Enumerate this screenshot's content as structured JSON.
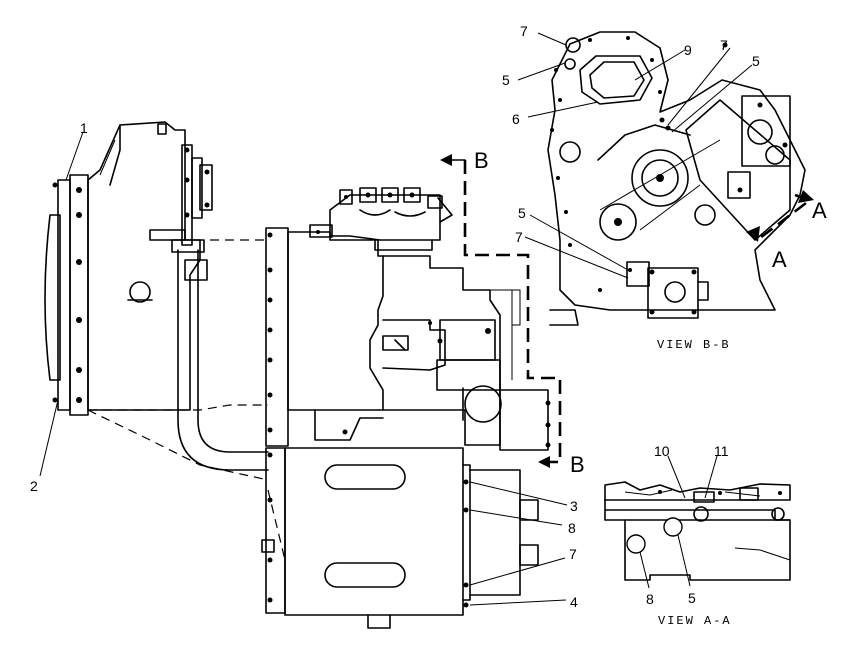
{
  "callouts": {
    "main_1": "1",
    "main_2": "2",
    "main_3": "3",
    "main_8": "8",
    "main_7": "7",
    "main_4": "4",
    "bb_7a": "7",
    "bb_5a": "5",
    "bb_9": "9",
    "bb_7b": "7",
    "bb_5b": "5",
    "bb_6": "6",
    "bb_5c": "5",
    "bb_7c": "7",
    "aa_10": "10",
    "aa_11": "11",
    "aa_8": "8",
    "aa_5": "5"
  },
  "section_markers": {
    "b_top": "B",
    "b_bottom": "B",
    "a_upper": "A",
    "a_lower": "A"
  },
  "view_titles": {
    "view_b": "VIEW B-B",
    "view_a": "VIEW A-A"
  }
}
